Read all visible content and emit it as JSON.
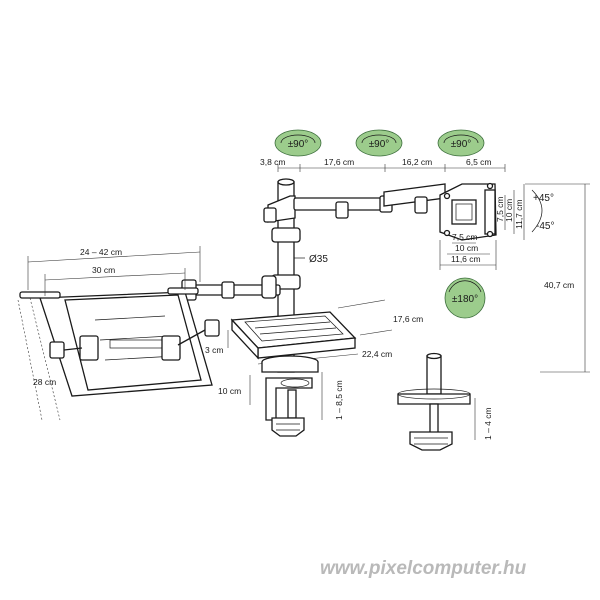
{
  "badges": {
    "arm1": "±90°",
    "arm2": "±90°",
    "arm3": "±90°",
    "rotation": "±180°",
    "color": "#9ccc8c"
  },
  "dims": {
    "d38": "3,8 cm",
    "d176": "17,6 cm",
    "d162": "16,2 cm",
    "d65": "6,5 cm",
    "d75v": "7,5 cm",
    "d10v": "10 cm",
    "d117v": "11,7 cm",
    "tilt_up": "+45°",
    "tilt_down": "-45°",
    "d75h": "7,5 cm",
    "d10h": "10 cm",
    "d116h": "11,6 cm",
    "pole": "Ø35",
    "height": "40,7 cm",
    "tray_range": "24 – 42 cm",
    "tray_width": "30 cm",
    "tray_depth": "28 cm",
    "plate_depth": "17,6 cm",
    "plate_width": "22,4 cm",
    "plate_height": "3 cm",
    "clamp_height": "10 cm",
    "clamp_range": "1 – 8,5 cm",
    "grommet_range": "1 – 4 cm"
  },
  "watermark": "www.pixelcomputer.hu"
}
